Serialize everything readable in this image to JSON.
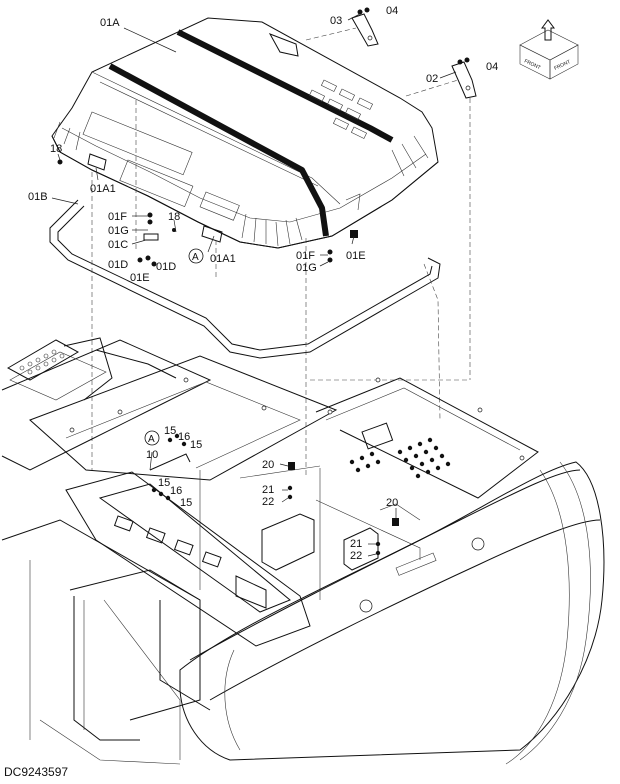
{
  "labels": {
    "l01A": "01A",
    "l01A1_left": "01A1",
    "l01A1_right": "01A1",
    "l01B": "01B",
    "l01C": "01C",
    "l01D_left": "01D",
    "l01D_right": "01D",
    "l01E_left": "01E",
    "l01E_right": "01E",
    "l01F_left": "01F",
    "l01F_right": "01F",
    "l01G_left": "01G",
    "l01G_right": "01G",
    "l02": "02",
    "l03": "03",
    "l04_top": "04",
    "l04_right": "04",
    "l10": "10",
    "l15_a": "15",
    "l15_b": "15",
    "l15_c": "15",
    "l15_d": "15",
    "l16_a": "16",
    "l16_b": "16",
    "l18_left": "18",
    "l18_mid": "18",
    "l20_left": "20",
    "l20_right": "20",
    "l21_left": "21",
    "l21_right": "21",
    "l22_left": "22",
    "l22_right": "22",
    "callout_a_top": "A",
    "callout_a_bottom": "A"
  },
  "orientation_icon": {
    "front_left": "FRONT",
    "front_right": "FRONT"
  },
  "document_code": "DC9243597"
}
